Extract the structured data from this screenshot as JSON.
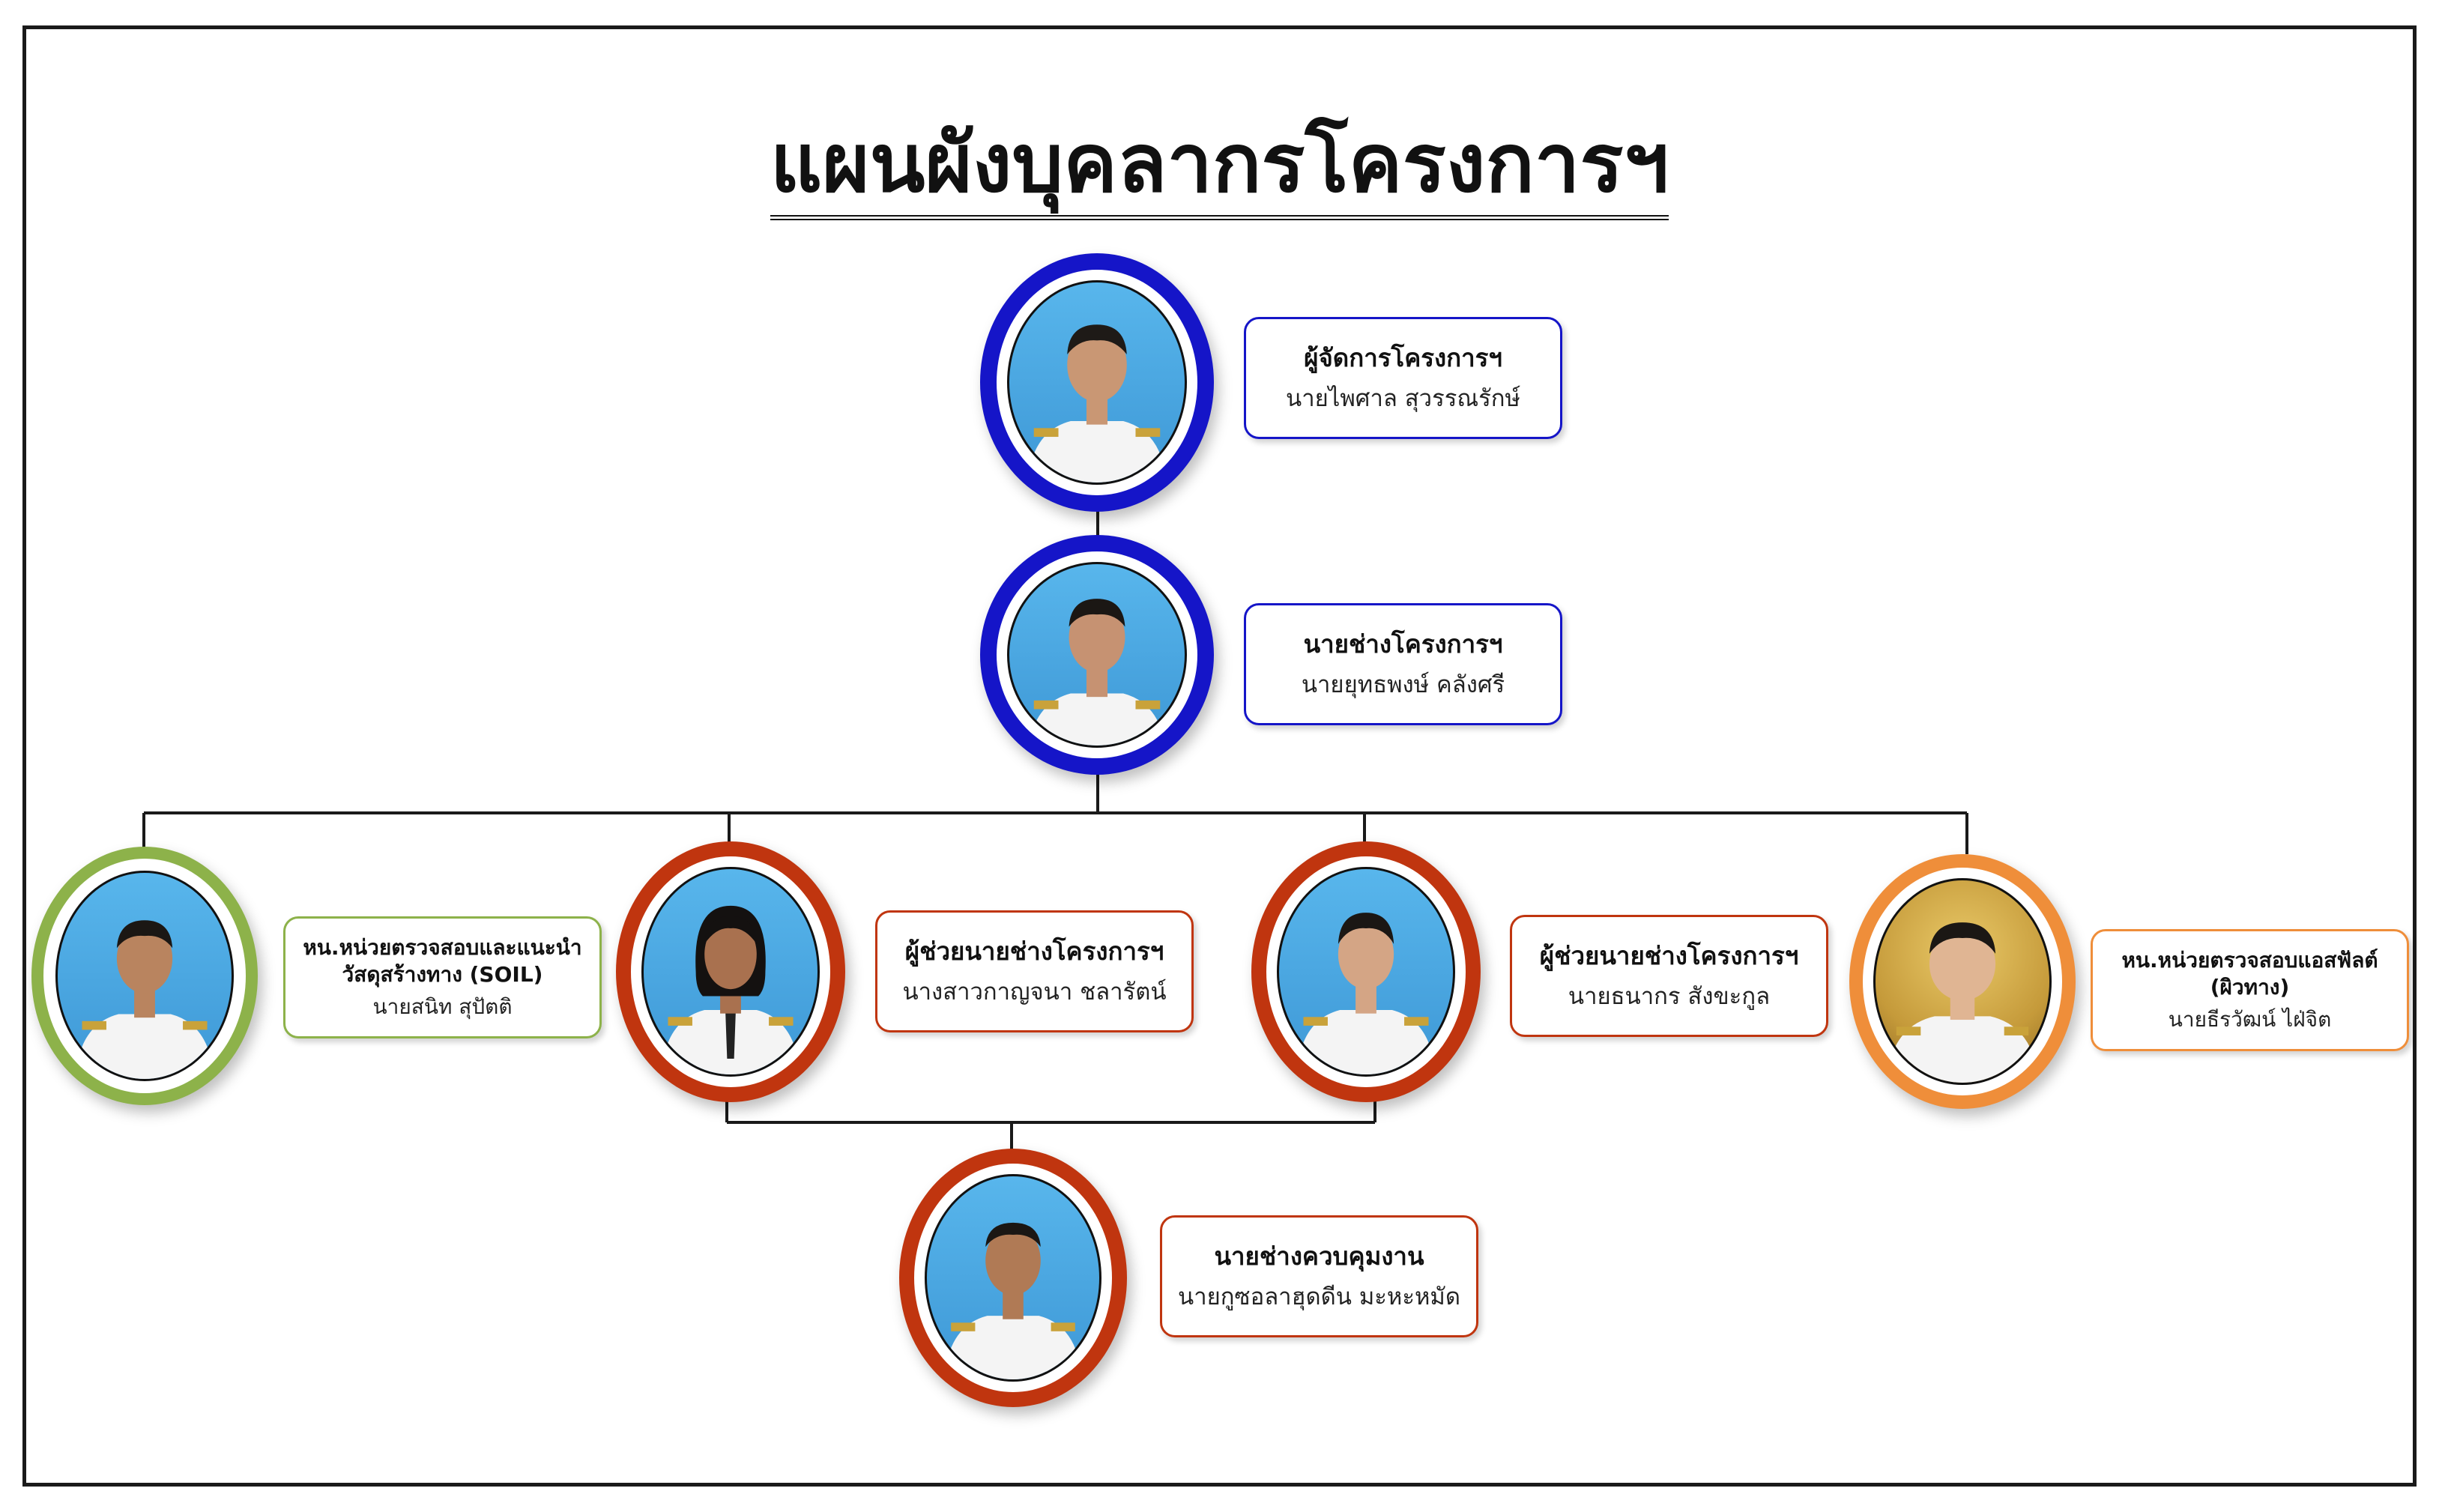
{
  "title": "แผนผังบุคลากรโครงการฯ",
  "colors": {
    "blue": "#1515c8",
    "red": "#c0350f",
    "green": "#8db24a",
    "orange": "#ef8e3a",
    "line": "#1a1a1a"
  },
  "nodes": {
    "manager": {
      "role": "ผู้จัดการโครงการฯ",
      "name": "นายไพศาล  สุวรรณรักษ์"
    },
    "engineer": {
      "role": "นายช่างโครงการฯ",
      "name": "นายยุทธพงษ์  คลังศรี"
    },
    "soil": {
      "role_line1": "หน.หน่วยตรวจสอบและแนะนำ",
      "role_line2": "วัสดุสร้างทาง (SOIL)",
      "name": "นายสนิท  สุปัตติ"
    },
    "assistant1": {
      "role": "ผู้ช่วยนายช่างโครงการฯ",
      "name": "นางสาวกาญจนา  ชลารัตน์"
    },
    "assistant2": {
      "role": "ผู้ช่วยนายช่างโครงการฯ",
      "name": "นายธนากร  สังขะกูล"
    },
    "asphalt": {
      "role_line1": "หน.หน่วยตรวจสอบแอสฟัลต์",
      "role_line2": "(ผิวทาง)",
      "name": "นายธีรวัฒน์  ไฝ่จิต"
    },
    "supervisor": {
      "role": "นายช่างควบคุมงาน",
      "name": "นายกูซอลาฮุดดีน  มะหะหมัด"
    }
  }
}
